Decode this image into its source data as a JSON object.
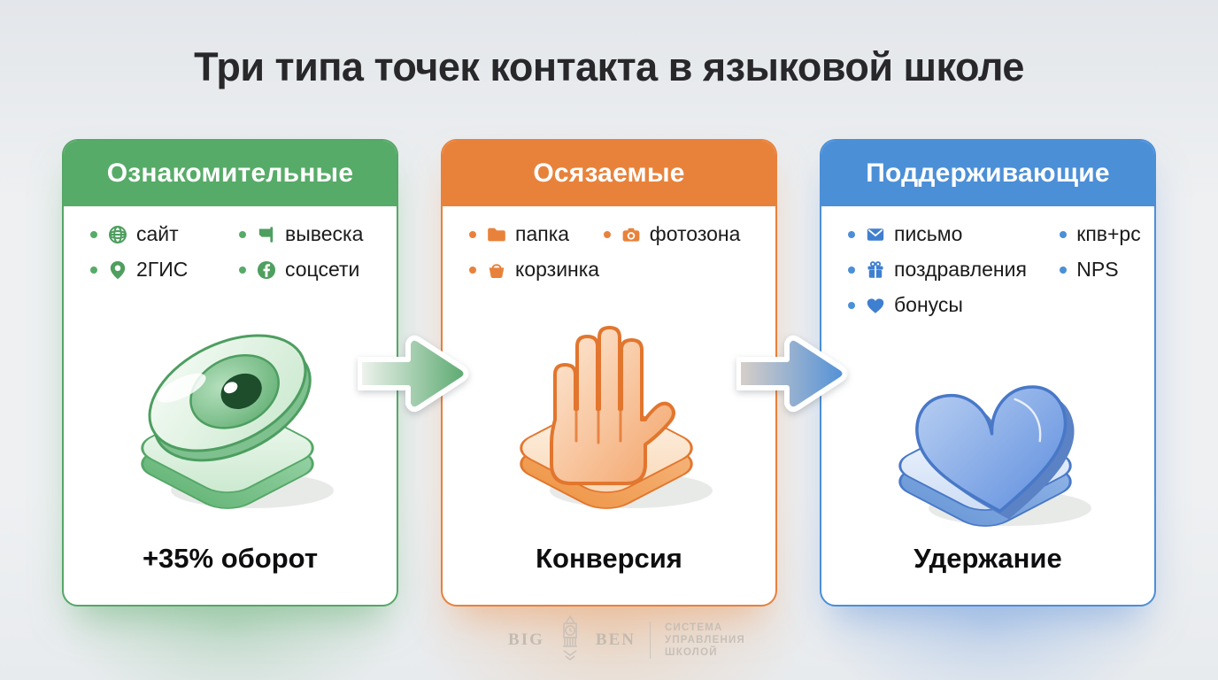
{
  "title": "Три типа точек контакта в языковой школе",
  "cards": [
    {
      "header": "Ознакомительные",
      "accent": "#57ab68",
      "items": [
        {
          "icon": "globe-icon",
          "label": "сайт"
        },
        {
          "icon": "signboard-icon",
          "label": "вывеска"
        },
        {
          "icon": "map-pin-icon",
          "label": "2ГИС"
        },
        {
          "icon": "facebook-icon",
          "label": "соцсети"
        }
      ],
      "illustration": "eye-3d-icon",
      "metric": "+35% оборот"
    },
    {
      "header": "Осязаемые",
      "accent": "#e8823b",
      "items": [
        {
          "icon": "folder-icon",
          "label": "папка"
        },
        {
          "icon": "camera-icon",
          "label": "фотозона"
        },
        {
          "icon": "basket-icon",
          "label": "корзинка"
        }
      ],
      "illustration": "hand-3d-icon",
      "metric": "Конверсия"
    },
    {
      "header": "Поддерживающие",
      "accent": "#4b8fd7",
      "items": [
        {
          "icon": "envelope-icon",
          "label": "письмо"
        },
        {
          "icon": "",
          "label": "кпв+рс"
        },
        {
          "icon": "gift-icon",
          "label": "поздравления"
        },
        {
          "icon": "",
          "label": "NPS"
        },
        {
          "icon": "heart-icon",
          "label": "бонусы"
        }
      ],
      "illustration": "heart-3d-icon",
      "metric": "Удержание"
    }
  ],
  "footer_logo": {
    "brand_left": "BIG",
    "brand_right": "BEN",
    "tagline_lines": [
      "СИСТЕМА",
      "УПРАВЛЕНИЯ",
      "ШКОЛОЙ"
    ]
  }
}
